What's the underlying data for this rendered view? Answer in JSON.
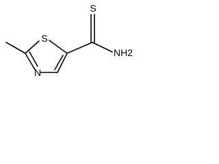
{
  "molecule": {
    "atoms": {
      "ring_sulfur": "S",
      "ring_nitrogen": "N",
      "thioamide_sulfur": "S",
      "amine": "NH2"
    },
    "colors": {
      "bond": "#000000",
      "label": "#000000",
      "background": "#ffffff"
    }
  }
}
